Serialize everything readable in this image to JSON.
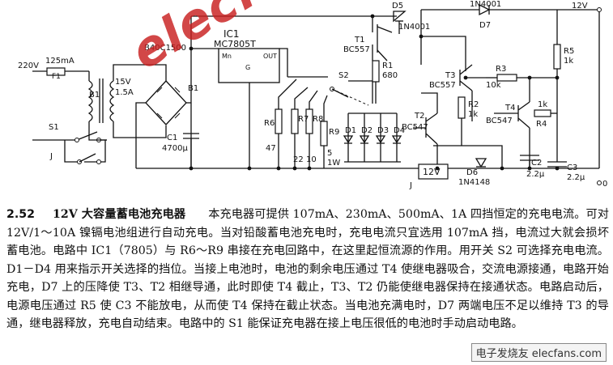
{
  "figure": {
    "number": "2.52",
    "title": "12V 大容量蓄电池充电器",
    "body": "本充电器可提供 107mA、230mA、500mA、1A 四挡恒定的充电电流。可对 12V/1～10A 镍镉电池组进行自动充电。当对铅酸蓄电池充电时，充电电流只宜选用 107mA 挡，电流过大就会损坏蓄电池。电路中 IC1（7805）与 R6～R9 串接在充电回路中，在这里起恒流源的作用。用开关 S2 可选择充电电流。D1－D4 用来指示开关选择的挡位。当接上电池时，电池的剩余电压通过 T4 使继电器吸合，交流电源接通，电路开始充电，D7 上的压降使 T3、T2 相继导通，此时即使 T4 截止，T3、T2 仍能使继电器保持在接通状态。电路启动后，电源电压通过 R5 使 C3 不能放电，从而使 T4 保持在截止状态。当电池充满电时，D7 两端电压不足以维持 T3 的导通，继电器释放，充电自动结束。电路中的 S1 能保证充电器在接上电压很低的电池时手动启动电路。"
  },
  "schematic": {
    "labels": {
      "mains": "220V",
      "fuse": "125mA",
      "f1": "F1",
      "transformer": "B1",
      "secondary_v": "15V",
      "secondary_a": "1.5A",
      "bridge_part": "B40C1500",
      "bridge": "B1",
      "c1": "C1",
      "c1_value": "4700μ",
      "ic1": "IC1",
      "ic1_part": "MC7805T",
      "ic_in": "Mn",
      "ic_out": "OUT",
      "ic_gnd": "G",
      "s1": "S1",
      "j": "J",
      "r6": "R6",
      "r6_value": "47",
      "r7": "R7",
      "r7_value": "22",
      "r8": "R8",
      "r8_value": "10",
      "r9": "R9",
      "r9_value": "5",
      "r9_power": "1W",
      "s2": "S2",
      "d1": "D1",
      "d2": "D2",
      "d3": "D3",
      "d4": "D4",
      "d5": "D5",
      "d5_part": "1N4001",
      "d7_part": "1N4001",
      "d7": "D7",
      "v12": "12V",
      "t1": "T1",
      "t1_part": "BC557",
      "r1": "R1",
      "r1_value": "680",
      "t3": "T3",
      "t3_part": "BC557",
      "r3": "R3",
      "r3_value": "10k",
      "r2": "R2",
      "r2_value": "1k",
      "t2": "T2",
      "t2_part": "BC547",
      "t4": "T4",
      "t4_part": "BC547",
      "r4_value": "1k",
      "r4": "R4",
      "r5": "R5",
      "r5_value": "1k",
      "c2": "C2",
      "c2_value": "2.2μ",
      "c3": "C3",
      "c3_value": "2.2μ",
      "d6": "D6",
      "d6_part": "1N4148",
      "relay_box": "12V",
      "relay_j": "J",
      "zero": "0"
    },
    "watermark": "elecfans.com",
    "footer_logo": "电子发烧友 elecfans.com"
  }
}
